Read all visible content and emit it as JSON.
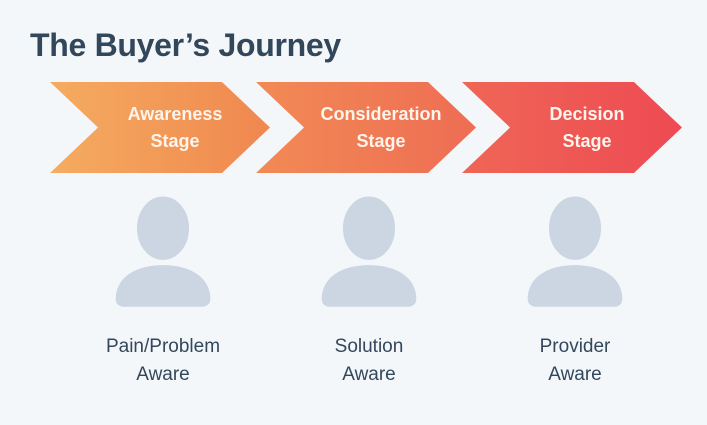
{
  "background": "#f4f7fa",
  "title": {
    "text": "The Buyer’s Journey",
    "color": "#33475b"
  },
  "stages": [
    {
      "name": "Awareness Stage",
      "arrow_line1": "Awareness",
      "arrow_line2": "Stage",
      "persona_line1": "Pain/Problem",
      "persona_line2": "Aware",
      "gradient_start": "#f5ac60",
      "gradient_end": "#f0874f"
    },
    {
      "name": "Consideration Stage",
      "arrow_line1": "Consideration",
      "arrow_line2": "Stage",
      "persona_line1": "Solution",
      "persona_line2": "Aware",
      "gradient_start": "#f28a55",
      "gradient_end": "#ee6d54"
    },
    {
      "name": "Decision Stage",
      "arrow_line1": "Decision",
      "arrow_line2": "Stage",
      "persona_line1": "Provider",
      "persona_line2": "Aware",
      "gradient_start": "#ef6656",
      "gradient_end": "#ee4a53"
    }
  ],
  "icons": {
    "person_icon": "person-silhouette"
  },
  "colors": {
    "arrow_text": "#fdf4ec",
    "person_icon": "#cbd6e2",
    "label_text": "#33475b"
  }
}
